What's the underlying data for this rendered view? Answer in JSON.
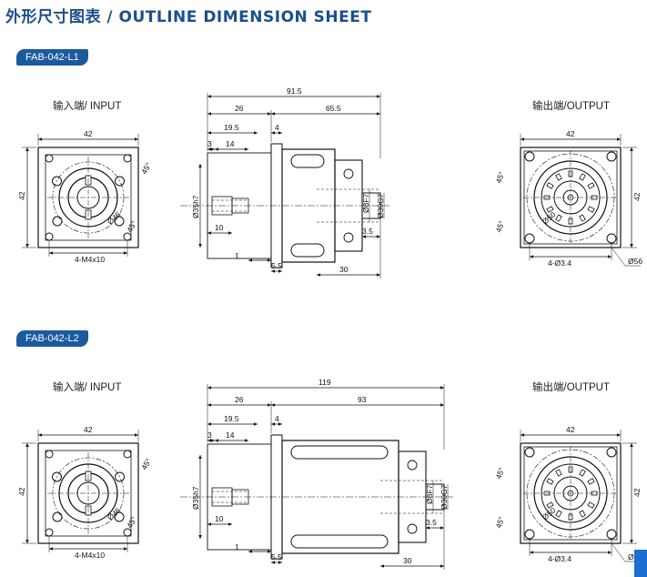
{
  "title": "外形尺寸图表 / OUTLINE DIMENSION SHEET",
  "sections": [
    {
      "model": "FAB-042-L1",
      "input_label": "输入端/ INPUT",
      "output_label": "输出端/OUTPUT",
      "input_dims": {
        "width": "42",
        "height": "42",
        "angle": "45°",
        "hole_dia": "Ø46",
        "angle2": "45°",
        "holes": "4-M4x10"
      },
      "side_dims": {
        "total": "91.5",
        "d26": "26",
        "d65": "65.5",
        "d19": "19.5",
        "d4": "4",
        "d3": "3",
        "d14": "14",
        "d35": "Ø35h7",
        "d10": "10",
        "d1": "1",
        "d55": "5.5",
        "d30": "30",
        "d35b": "3.5",
        "d8": "Ø8F7",
        "d30g": "Ø30G7"
      },
      "output_dims": {
        "width": "42",
        "height": "42",
        "angle": "45°",
        "angle2": "45°",
        "pcd": "Ø50",
        "holes": "4-Ø3.4",
        "od": "Ø56"
      }
    },
    {
      "model": "FAB-042-L2",
      "input_label": "输入端/ INPUT",
      "output_label": "输出端/OUTPUT",
      "input_dims": {
        "width": "42",
        "height": "42",
        "angle": "45°",
        "hole_dia": "Ø46",
        "angle2": "45°",
        "holes": "4-M4x10"
      },
      "side_dims": {
        "total": "119",
        "d26": "26",
        "d65": "93",
        "d19": "19.5",
        "d4": "4",
        "d3": "3",
        "d14": "14",
        "d35": "Ø35h7",
        "d10": "10",
        "d1": "1",
        "d55": "5.5",
        "d30": "30",
        "d35b": "3.5",
        "d8": "Ø8F7",
        "d30g": "Ø30G7"
      },
      "output_dims": {
        "width": "42",
        "height": "42",
        "angle": "45°",
        "angle2": "45°",
        "pcd": "Ø50",
        "holes": "4-Ø3.4",
        "od": "Ø56"
      }
    }
  ]
}
